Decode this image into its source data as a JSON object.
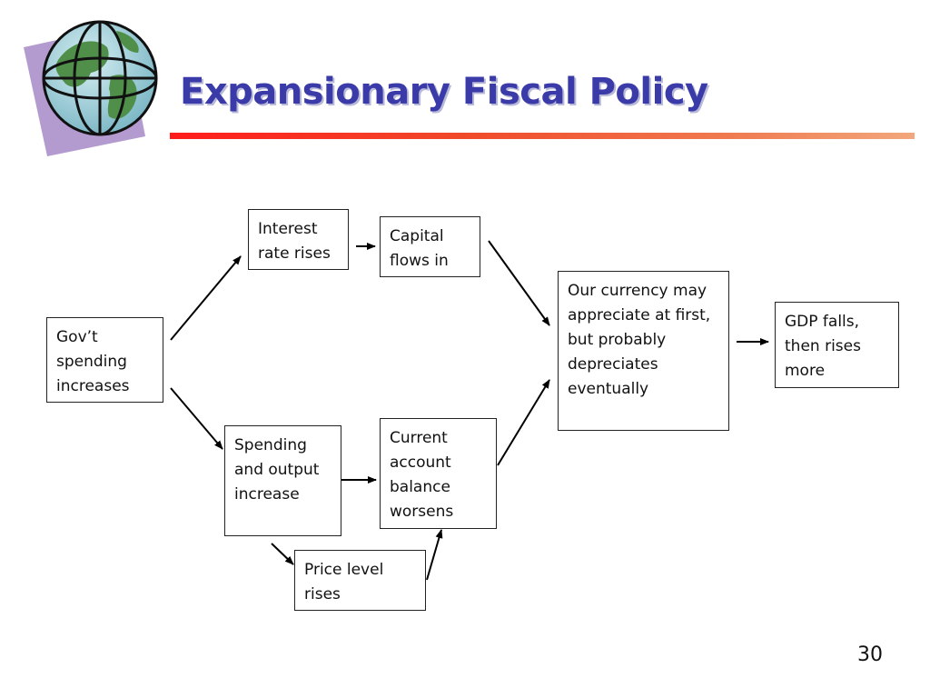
{
  "slide": {
    "title": "Expansionary Fiscal Policy",
    "page_number": "30",
    "accent_colors": {
      "title": "#3a3aa8",
      "rule_start": "#ff1c1c",
      "rule_end": "#f2a77c"
    }
  },
  "diagram": {
    "nodes": [
      {
        "id": "govt",
        "text": "Gov’t spending increases"
      },
      {
        "id": "interest",
        "text": "Interest rate rises"
      },
      {
        "id": "capital",
        "text": "Capital flows in"
      },
      {
        "id": "currency",
        "text": "Our currency may appreciate at first, but probably depreciates eventually"
      },
      {
        "id": "gdp",
        "text": "GDP falls, then rises more"
      },
      {
        "id": "spending",
        "text": "Spending and output increase"
      },
      {
        "id": "current",
        "text": "Current account balance worsens"
      },
      {
        "id": "price",
        "text": "Price level rises"
      }
    ],
    "edges": [
      {
        "from": "govt",
        "to": "interest"
      },
      {
        "from": "govt",
        "to": "spending"
      },
      {
        "from": "interest",
        "to": "capital"
      },
      {
        "from": "capital",
        "to": "currency"
      },
      {
        "from": "spending",
        "to": "current"
      },
      {
        "from": "spending",
        "to": "price"
      },
      {
        "from": "price",
        "to": "current"
      },
      {
        "from": "current",
        "to": "currency"
      },
      {
        "from": "currency",
        "to": "gdp"
      }
    ]
  }
}
